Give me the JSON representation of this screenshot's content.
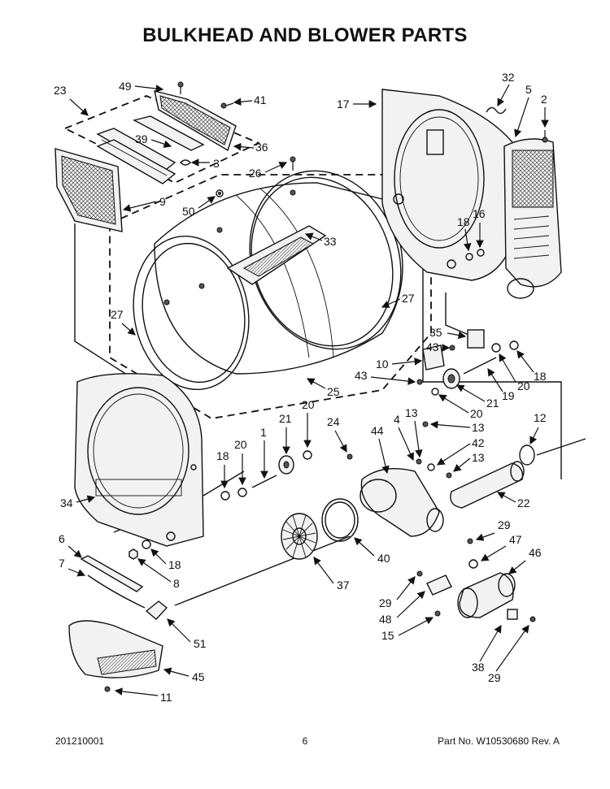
{
  "title": "BULKHEAD AND BLOWER PARTS",
  "footer": {
    "left": "201210001",
    "center": "6",
    "right": "Part No.  W10530680  Rev.  A"
  },
  "callouts": [
    "23",
    "49",
    "41",
    "39",
    "36",
    "3",
    "9",
    "50",
    "26",
    "33",
    "27",
    "27",
    "25",
    "17",
    "32",
    "5",
    "2",
    "18",
    "16",
    "35",
    "43",
    "10",
    "43",
    "20",
    "18",
    "21",
    "19",
    "20",
    "34",
    "18",
    "20",
    "1",
    "21",
    "20",
    "24",
    "44",
    "4",
    "13",
    "13",
    "42",
    "13",
    "12",
    "22",
    "6",
    "7",
    "18",
    "8",
    "40",
    "37",
    "51",
    "45",
    "11",
    "29",
    "47",
    "46",
    "29",
    "48",
    "15",
    "38",
    "29"
  ]
}
